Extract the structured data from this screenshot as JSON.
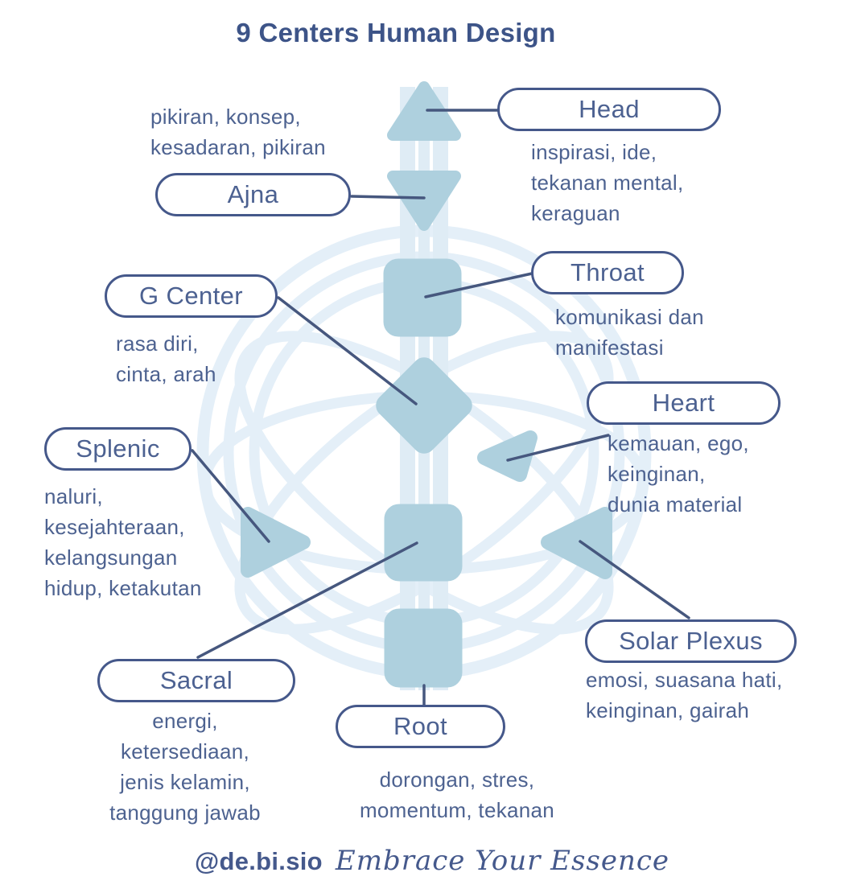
{
  "title": "9 Centers Human Design",
  "footer": {
    "handle": "@de.bi.sio",
    "tagline": "Embrace Your Essence"
  },
  "colors": {
    "center_shape_fill": "#aed0de",
    "outline_navy": "#46577e",
    "label_text": "#4c6191",
    "description_text": "#4d6290",
    "title_text": "#3d5488",
    "background_arc": "#e4eff8",
    "channel_stripe": "#dfecf5"
  },
  "centers": [
    {
      "id": "head",
      "label": "Head",
      "shape": "triangle-up",
      "description": "inspirasi, ide,\ntekanan mental,\nkeraguan"
    },
    {
      "id": "ajna",
      "label": "Ajna",
      "shape": "triangle-down",
      "description": "pikiran, konsep,\nkesadaran, pikiran"
    },
    {
      "id": "throat",
      "label": "Throat",
      "shape": "rounded-square",
      "description": "komunikasi dan\nmanifestasi"
    },
    {
      "id": "g-center",
      "label": "G Center",
      "shape": "diamond",
      "description": "rasa diri,\ncinta, arah"
    },
    {
      "id": "heart",
      "label": "Heart",
      "shape": "triangle-left",
      "description": "kemauan, ego,\nkeinginan,\ndunia material"
    },
    {
      "id": "splenic",
      "label": "Splenic",
      "shape": "triangle-right",
      "description": "naluri,\nkesejahteraan,\nkelangsungan\nhidup, ketakutan"
    },
    {
      "id": "sacral",
      "label": "Sacral",
      "shape": "rounded-square",
      "description": "energi,\nketersediaan,\njenis kelamin,\ntanggung jawab"
    },
    {
      "id": "solar-plexus",
      "label": "Solar Plexus",
      "shape": "triangle-left",
      "description": "emosi, suasana hati,\nkeinginan, gairah"
    },
    {
      "id": "root",
      "label": "Root",
      "shape": "rounded-square",
      "description": "dorongan, stres,\nmomentum, tekanan"
    }
  ]
}
